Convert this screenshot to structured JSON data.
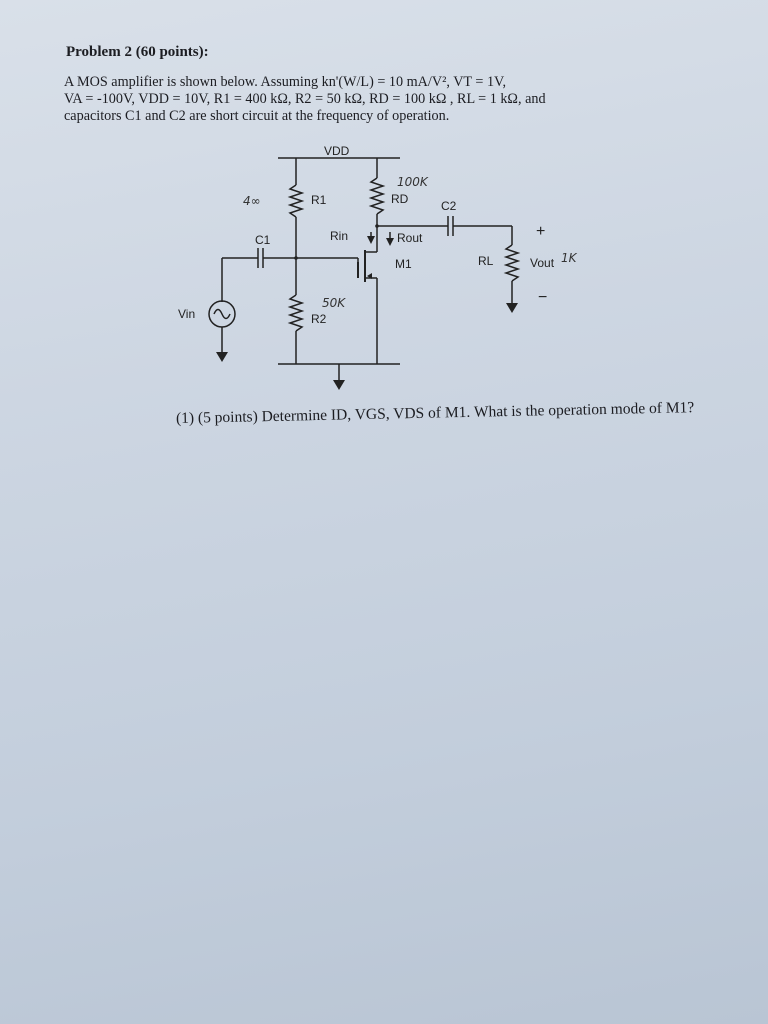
{
  "document": {
    "heading": "Problem 2 (60 points):",
    "paragraph_lines": [
      "A MOS amplifier is shown below. Assuming kn'(W/L) = 10 mA/V², VT = 1V,",
      "VA = -100V, VDD = 10V, R1 = 400 kΩ, R2 = 50 kΩ, RD = 100 kΩ , RL = 1 kΩ, and",
      "capacitors C1 and C2 are short circuit at the frequency of operation."
    ],
    "question": "(1)  (5 points) Determine ID, VGS, VDS of M1. What is the operation mode of M1?"
  },
  "circuit": {
    "labels": {
      "vdd": "VDD",
      "r1": "R1",
      "r2": "R2",
      "rd": "RD",
      "rl": "RL",
      "c1": "C1",
      "c2": "C2",
      "rin": "Rin",
      "rout": "Rout",
      "m1": "M1",
      "vin": "Vin",
      "vout": "Vout",
      "plus": "+",
      "minus": "−"
    },
    "handwritten": {
      "r1_note": "4∞",
      "rd_note": "100K",
      "r2_note": "50K",
      "rl_note": "1K"
    }
  }
}
